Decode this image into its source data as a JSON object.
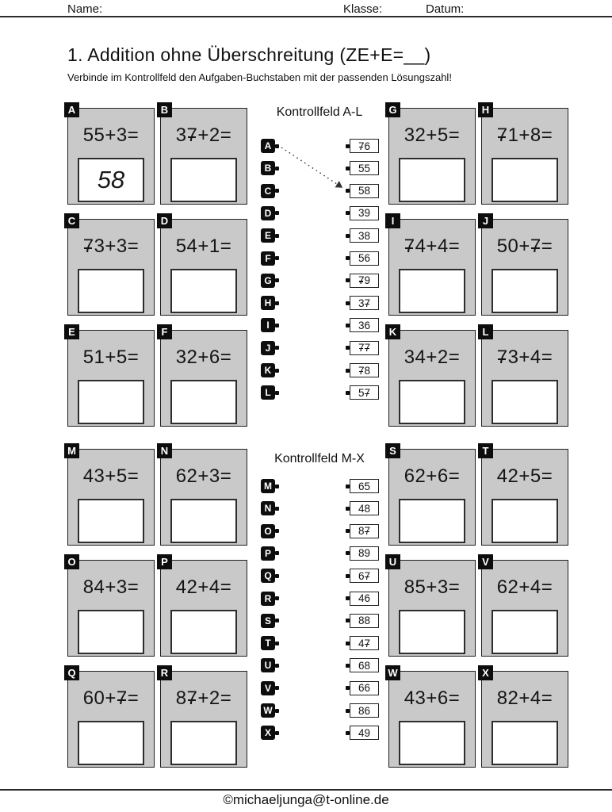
{
  "header": {
    "name": "Name:",
    "klasse": "Klasse:",
    "datum": "Datum:"
  },
  "title": "1. Addition ohne Überschreitung (ZE+E=__)",
  "subtitle": "Verbinde im Kontrollfeld den Aufgaben-Buchstaben mit der passenden Lösungszahl!",
  "footer": {
    "credit": "©michaeljunga@t-online.de"
  },
  "colors": {
    "card_bg": "#c9c9c9",
    "tab_bg": "#0d0d0d",
    "rule": "#2b2b2b"
  },
  "sections": [
    {
      "kontrollfeld_title": "Kontrollfeld A-L",
      "cards": [
        {
          "letter": "A",
          "problem": "55+3=",
          "answer": "58"
        },
        {
          "letter": "B",
          "problem": "37+2=",
          "answer": ""
        },
        {
          "letter": "C",
          "problem": "73+3=",
          "answer": ""
        },
        {
          "letter": "D",
          "problem": "54+1=",
          "answer": ""
        },
        {
          "letter": "E",
          "problem": "51+5=",
          "answer": ""
        },
        {
          "letter": "F",
          "problem": "32+6=",
          "answer": ""
        },
        {
          "letter": "G",
          "problem": "32+5=",
          "answer": ""
        },
        {
          "letter": "H",
          "problem": "71+8=",
          "answer": ""
        },
        {
          "letter": "I",
          "problem": "74+4=",
          "answer": ""
        },
        {
          "letter": "J",
          "problem": "50+7=",
          "answer": ""
        },
        {
          "letter": "K",
          "problem": "34+2=",
          "answer": ""
        },
        {
          "letter": "L",
          "problem": "73+4=",
          "answer": ""
        }
      ],
      "letters": [
        "A",
        "B",
        "C",
        "D",
        "E",
        "F",
        "G",
        "H",
        "I",
        "J",
        "K",
        "L"
      ],
      "solutions": [
        "76",
        "55",
        "58",
        "39",
        "38",
        "56",
        "79",
        "37",
        "36",
        "77",
        "78",
        "57"
      ],
      "example_connection": {
        "from_letter": "A",
        "to_solution": "58"
      }
    },
    {
      "kontrollfeld_title": "Kontrollfeld M-X",
      "cards": [
        {
          "letter": "M",
          "problem": "43+5=",
          "answer": ""
        },
        {
          "letter": "N",
          "problem": "62+3=",
          "answer": ""
        },
        {
          "letter": "O",
          "problem": "84+3=",
          "answer": ""
        },
        {
          "letter": "P",
          "problem": "42+4=",
          "answer": ""
        },
        {
          "letter": "Q",
          "problem": "60+7=",
          "answer": ""
        },
        {
          "letter": "R",
          "problem": "87+2=",
          "answer": ""
        },
        {
          "letter": "S",
          "problem": "62+6=",
          "answer": ""
        },
        {
          "letter": "T",
          "problem": "42+5=",
          "answer": ""
        },
        {
          "letter": "U",
          "problem": "85+3=",
          "answer": ""
        },
        {
          "letter": "V",
          "problem": "62+4=",
          "answer": ""
        },
        {
          "letter": "W",
          "problem": "43+6=",
          "answer": ""
        },
        {
          "letter": "X",
          "problem": "82+4=",
          "answer": ""
        }
      ],
      "letters": [
        "M",
        "N",
        "O",
        "P",
        "Q",
        "R",
        "S",
        "T",
        "U",
        "V",
        "W",
        "X"
      ],
      "solutions": [
        "65",
        "48",
        "87",
        "89",
        "67",
        "46",
        "88",
        "47",
        "68",
        "66",
        "86",
        "49"
      ]
    }
  ]
}
